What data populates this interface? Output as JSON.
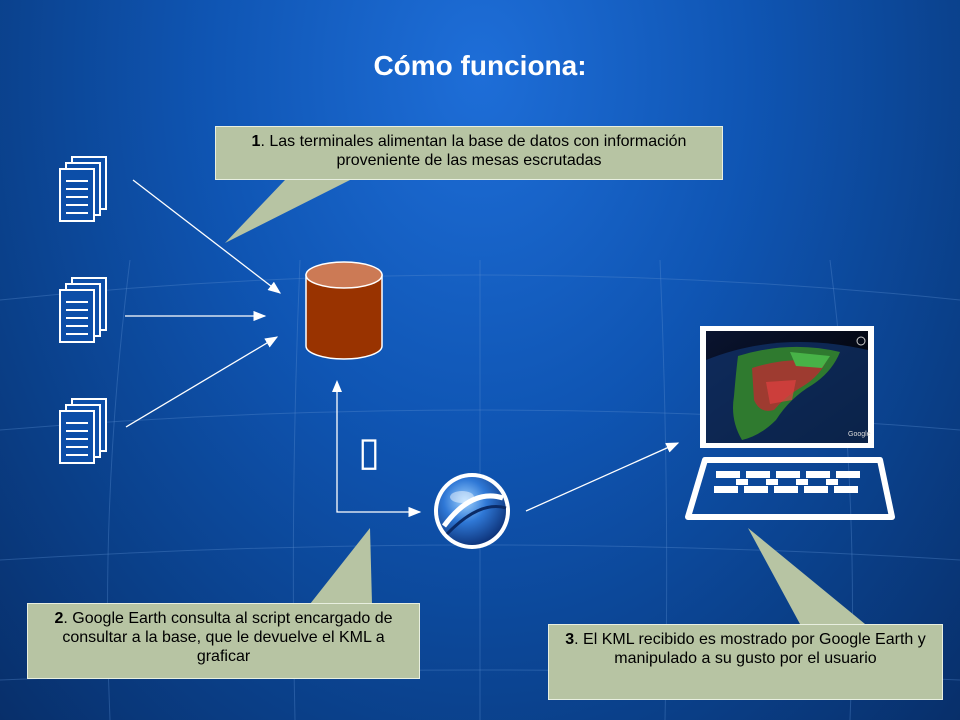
{
  "title": "Cómo funciona:",
  "callouts": [
    {
      "number": "1",
      "text": ". Las terminales alimentan la base de datos con información proveniente de las mesas escrutadas"
    },
    {
      "number": "2",
      "text": ". Google Earth consulta al script encargado de consultar a la base, que le devuelve el KML a graficar"
    },
    {
      "number": "3",
      "text": ". El KML recibido es mostrado por Google Earth y manipulado a su gusto por el usuario"
    }
  ],
  "glyph": "▯",
  "colors": {
    "callout_fill": "#b7c4a3",
    "database_body": "#993300",
    "database_top": "#cc7a55",
    "arrows": "#ffffff"
  },
  "icons": [
    "document-stack-icon",
    "database-icon",
    "google-earth-icon",
    "laptop-icon",
    "map-screen-image"
  ]
}
